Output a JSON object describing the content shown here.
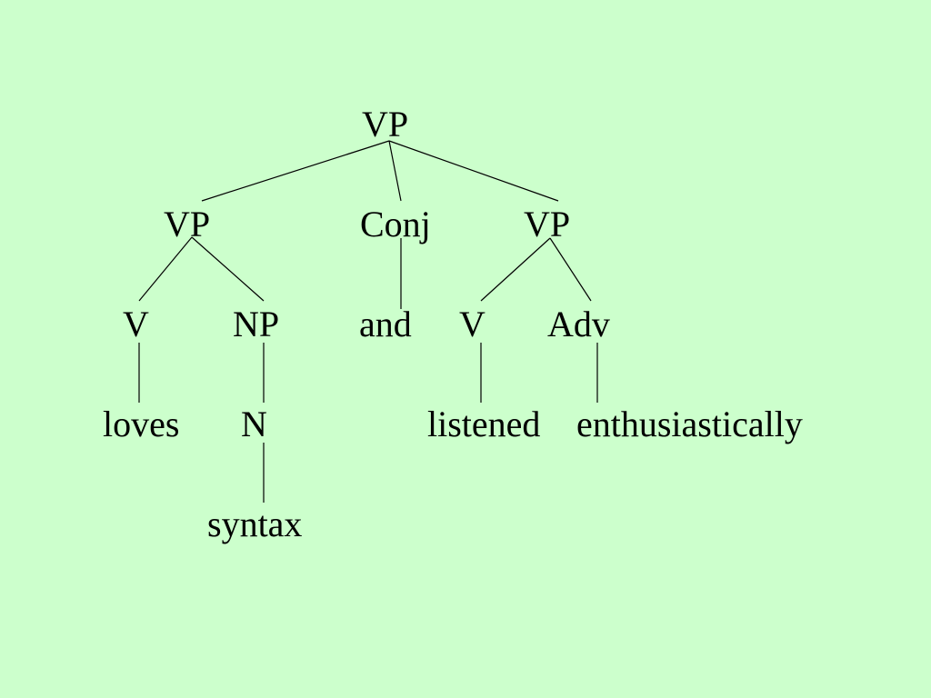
{
  "tree": {
    "root": "VP",
    "left_vp": "VP",
    "conj": "Conj",
    "right_vp": "VP",
    "left_v": "V",
    "left_np": "NP",
    "conj_word": "and",
    "right_v": "V",
    "right_adv": "Adv",
    "word_loves": "loves",
    "np_n": "N",
    "word_listened": "listened",
    "word_enthusiastically": "enthusiastically",
    "word_syntax": "syntax"
  },
  "colors": {
    "background": "#ccffcc",
    "ink": "#000000"
  }
}
